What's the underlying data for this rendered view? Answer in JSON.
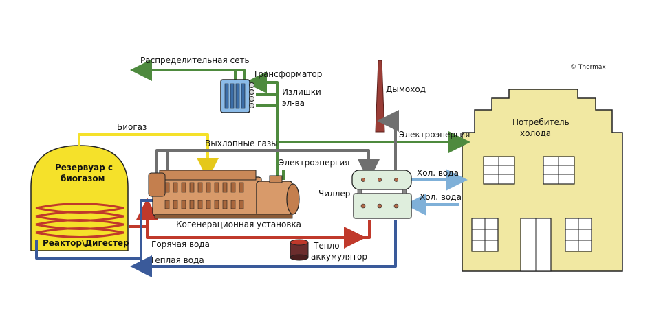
{
  "labels": {
    "grid": "Распределительная сеть",
    "transformer": "Трансформатор",
    "surplus_line1": "Излишки",
    "surplus_line2": "эл-ва",
    "chimney": "Дымоход",
    "copyright": "© Thermax",
    "consumer_line1": "Потребитель",
    "consumer_line2": "холода",
    "electricity_right": "Электроэнергия",
    "biogas": "Биогаз",
    "exhaust": "Выхлопные газы",
    "electricity_mid": "Электроэнергия",
    "tank_line1": "Резервуар с",
    "tank_line2": "биогазом",
    "reactor": "Реактор\\Дигестер",
    "cogen": "Когенерационная установка",
    "chiller": "Чиллер",
    "cold_water_1": "Хол. вода",
    "cold_water_2": "Хол. вода",
    "hot_water": "Горячая вода",
    "heat_acc_line1": "Тепло",
    "heat_acc_line2": "аккумулятор",
    "warm_water": "Теплая вода"
  },
  "colors": {
    "electric": "#4e8a3e",
    "biogas": "#f5e12a",
    "exhaust": "#6f6f6f",
    "hot_water": "#c0392b",
    "warm_water": "#3a5a9a",
    "cold_water": "#7fb0d8",
    "building": "#f1e8a2",
    "engine": "#d89a6a",
    "chimney": "#9a3d36"
  }
}
